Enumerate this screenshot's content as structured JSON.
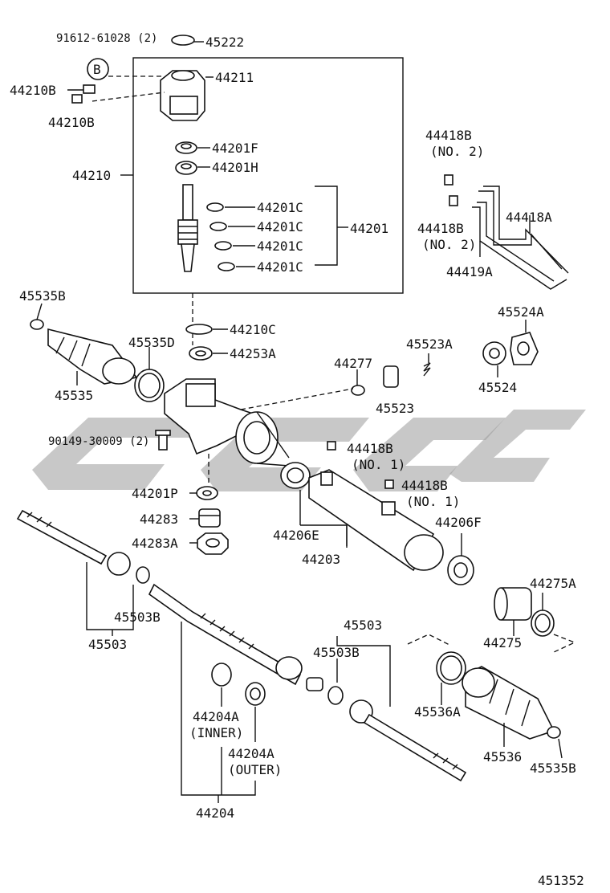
{
  "labels": {
    "l_91612": "91612-61028 (2)",
    "l_45222": "45222",
    "l_B": "B",
    "l_44211": "44211",
    "l_44210B_a": "44210B",
    "l_44210B_b": "44210B",
    "l_44201F": "44201F",
    "l_44201H": "44201H",
    "l_44210": "44210",
    "l_44201C_1": "44201C",
    "l_44201C_2": "44201C",
    "l_44201C_3": "44201C",
    "l_44201C_4": "44201C",
    "l_44201": "44201",
    "l_44418B_top": "44418B",
    "l_no2_top": "(NO. 2)",
    "l_44418B_mid": "44418B",
    "l_no2_mid": "(NO. 2)",
    "l_44418A": "44418A",
    "l_44419A": "44419A",
    "l_45535B_top": "45535B",
    "l_44210C": "44210C",
    "l_45535D": "45535D",
    "l_44253A": "44253A",
    "l_44277": "44277",
    "l_45523A": "45523A",
    "l_45524A": "45524A",
    "l_45535": "45535",
    "l_45523": "45523",
    "l_45524": "45524",
    "l_90149": "90149-30009 (2)",
    "l_44418B_no1a": "44418B",
    "l_no1_a": "(NO. 1)",
    "l_44418B_no1b": "44418B",
    "l_no1_b": "(NO. 1)",
    "l_44201P": "44201P",
    "l_44283": "44283",
    "l_44206E": "44206E",
    "l_44206F": "44206F",
    "l_44283A": "44283A",
    "l_44203": "44203",
    "l_44275A": "44275A",
    "l_45503B_left": "45503B",
    "l_45503_left": "45503",
    "l_44275": "44275",
    "l_45503_right": "45503",
    "l_45503B_right": "45503B",
    "l_45536A": "45536A",
    "l_44204A_inner": "44204A",
    "l_inner": "(INNER)",
    "l_44204A_outer": "44204A",
    "l_outer": "(OUTER)",
    "l_45536": "45536",
    "l_45535B_bottom": "45535B",
    "l_44204": "44204",
    "l_ref": "451352"
  }
}
